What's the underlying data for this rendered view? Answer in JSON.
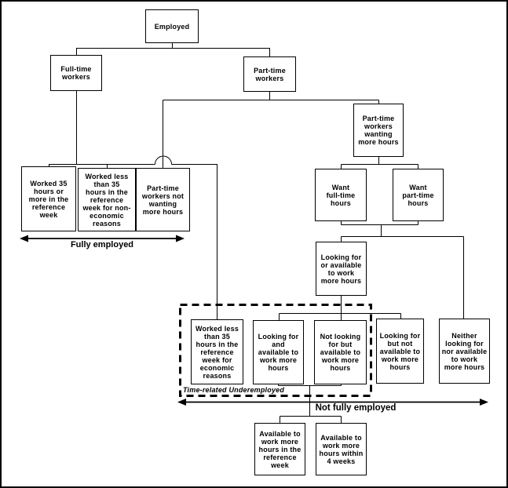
{
  "diagram": {
    "colors": {
      "line": "#000000",
      "background": "#ffffff",
      "text": "#000000"
    },
    "nodes": {
      "employed": {
        "label": "Employed"
      },
      "full_time_workers": {
        "label": "Full-time\nworkers"
      },
      "part_time_workers": {
        "label": "Part-time\nworkers"
      },
      "worked_35": {
        "label": "Worked 35\nhours or\nmore in the\nreference\nweek"
      },
      "worked_less_non_economic": {
        "label": "Worked less\nthan 35\nhours in the\nreference\nweek for non-\neconomic\nreasons"
      },
      "pt_not_wanting": {
        "label": "Part-time\nworkers not\nwanting\nmore hours"
      },
      "pt_wanting": {
        "label": "Part-time\nworkers\nwanting\nmore hours"
      },
      "want_full_time": {
        "label": "Want\nfull-time\nhours"
      },
      "want_part_time": {
        "label": "Want\npart-time\nhours"
      },
      "looking_or_available": {
        "label": "Looking for\nor available\nto work\nmore hours"
      },
      "worked_less_economic": {
        "label": "Worked less\nthan 35\nhours in the\nreference\nweek for\neconomic\nreasons"
      },
      "looking_and_available": {
        "label": "Looking for\nand\navailable to\nwork more\nhours"
      },
      "not_looking_but_available": {
        "label": "Not looking\nfor but\navailable to\nwork more\nhours"
      },
      "looking_but_not_available": {
        "label": "Looking for\nbut not\navailable to\nwork more\nhours"
      },
      "neither_looking_nor_available": {
        "label": "Neither\nlooking for\nnor available\nto work\nmore hours"
      },
      "available_reference_week": {
        "label": "Available to\nwork more\nhours in the\nreference\nweek"
      },
      "available_4_weeks": {
        "label": "Available to\nwork more\nhours within\n4 weeks"
      }
    },
    "annotations": {
      "fully_employed": "Fully employed",
      "not_fully_employed": "Not fully employed",
      "time_related_underemployed": "Time-related Underemployed"
    }
  }
}
